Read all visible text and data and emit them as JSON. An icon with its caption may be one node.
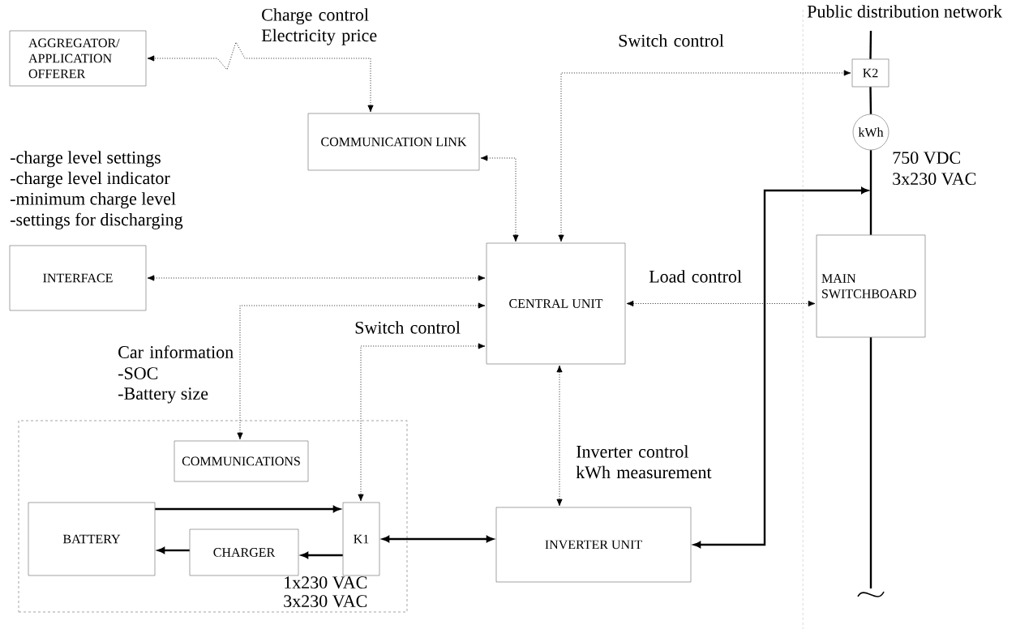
{
  "diagram": {
    "nodes": [
      {
        "text": [
          "AGGREGATOR/ APPLICATION OFFERER"
        ]
      },
      {
        "text": [
          "COMMUNICATION LINK"
        ]
      },
      {
        "text": [
          "INTERFACE"
        ],
        "beside": [
          "-charge level settings",
          "-charge level indicator",
          "-minimum charge level",
          "-settings for discharging"
        ]
      },
      {
        "text": [
          "CENTRAL UNIT"
        ]
      },
      {
        "text": [
          "K2"
        ]
      },
      {
        "text": [
          "kWh"
        ]
      },
      {
        "text": [
          "MAIN SWITCHBOARD"
        ]
      },
      {
        "text": [],
        "shape": "box"
      },
      {
        "text": [
          "COMMUNICATIONS"
        ],
        "in": 7
      },
      {
        "text": [
          "BATTERY"
        ],
        "in": 7
      },
      {
        "text": [
          "CHARGER"
        ],
        "in": 7
      },
      {
        "text": [
          "K1"
        ],
        "in": 7
      },
      {
        "text": [
          "INVERTER UNIT"
        ]
      }
    ],
    "edges": [
      {
        "from": 1,
        "to": 0,
        "arrow": "both",
        "label": "Charge control Electricity price",
        "style": "dashed"
      },
      {
        "from": 1,
        "to": 3,
        "arrow": "both",
        "style": "dashed"
      },
      {
        "from": 3,
        "to": 4,
        "arrow": "both",
        "label": "Switch control",
        "style": "dashed"
      },
      {
        "from": 2,
        "to": 3,
        "arrow": "both",
        "style": "dashed"
      },
      {
        "from": 3,
        "to": 8,
        "arrow": "both",
        "label": "Car information",
        "style": "dashed"
      },
      {
        "from": 3,
        "to": 11,
        "arrow": "both",
        "label": "Switch control",
        "style": "dashed"
      },
      {
        "from": 3,
        "to": 6,
        "arrow": "both",
        "label": "Load control",
        "style": "dashed"
      },
      {
        "from": 3,
        "to": 12,
        "arrow": "both",
        "label": "Inverter control kWh measurement",
        "style": "dashed"
      },
      {
        "from": 9,
        "to": 11,
        "arrow": "to"
      },
      {
        "from": 11,
        "to": 10,
        "arrow": "to"
      },
      {
        "from": 10,
        "to": 9,
        "arrow": "to"
      },
      {
        "from": 11,
        "to": 12,
        "arrow": "both"
      },
      {
        "from": 12,
        "to": null,
        "arrow": "both"
      },
      {
        "from": null,
        "to": 4,
        "arrow": "none"
      },
      {
        "from": 4,
        "to": 5,
        "arrow": "none"
      },
      {
        "from": 5,
        "to": 6,
        "arrow": "none"
      },
      {
        "from": 6,
        "to": null,
        "arrow": "none"
      }
    ],
    "labels": [
      "Public distribution network",
      "750 VDC",
      "3x230 VAC",
      "-SOC",
      "-Battery size",
      "1x230 VAC",
      "3x230 VAC"
    ]
  }
}
